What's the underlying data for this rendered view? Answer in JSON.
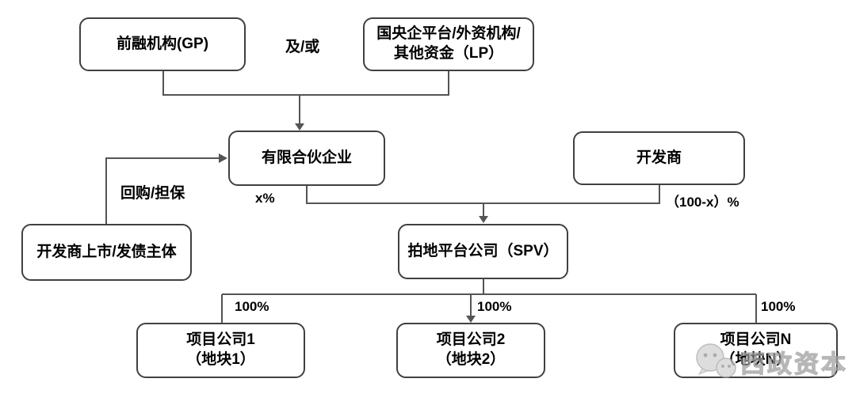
{
  "diagram": {
    "background_color": "#ffffff",
    "node_border_color": "#404040",
    "connector_color": "#545454",
    "text_color": "#000000",
    "nodes": {
      "gp": {
        "label": "前融机构(GP)"
      },
      "lp": {
        "label": "国央企平台/外资机构/其他资金（LP）"
      },
      "partnership": {
        "label": "有限合伙企业"
      },
      "developer": {
        "label": "开发商"
      },
      "issuer": {
        "label": "开发商上市/发债主体"
      },
      "spv": {
        "label": "拍地平台公司（SPV）"
      },
      "project1": {
        "label": "项目公司1",
        "sublabel": "（地块1）"
      },
      "project2": {
        "label": "项目公司2",
        "sublabel": "（地块2）"
      },
      "projectN": {
        "label": "项目公司N",
        "sublabel": "（地块N）"
      }
    },
    "edge_labels": {
      "and_or": "及/或",
      "repurchase_guarantee": "回购/担保",
      "x_percent": "x%",
      "hundred_minus_x_percent": "（100-x）%",
      "pct_project1": "100%",
      "pct_project2": "100%",
      "pct_projectN": "100%"
    },
    "watermark": {
      "text": "西政资本",
      "icon": "wechat-icon",
      "color": "#9e9e9e"
    }
  }
}
